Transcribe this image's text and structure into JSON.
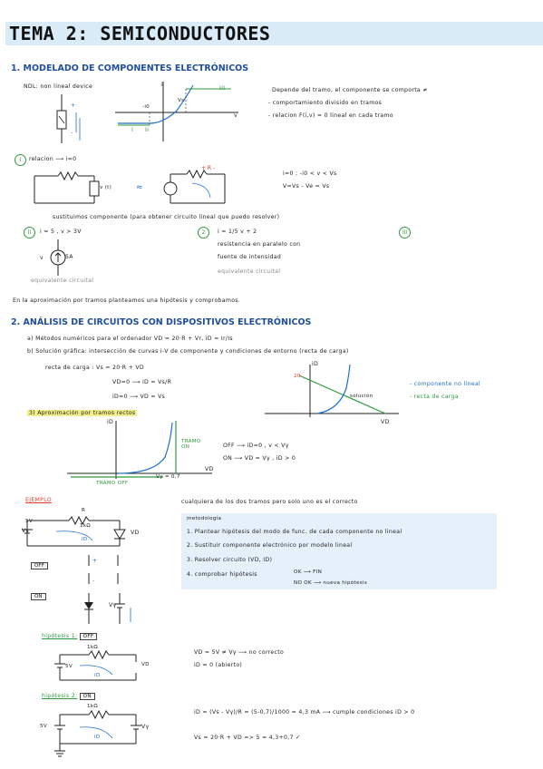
{
  "title": "TEMA 2: SEMICONDUCTORES",
  "section1": {
    "heading": "1. MODELADO DE COMPONENTES ELECTRÓNICOS",
    "ndl": "NDL: non lineal device",
    "graph_labels": {
      "i": "i",
      "v": "v",
      "minus_i0": "-i0",
      "vs": "Vs",
      "I": "I",
      "II": "II",
      "III": "III"
    },
    "notes": [
      "Depende del tramo, el componente se comporta ≠",
      "- comportamiento divisido en tramos",
      "- relacion F(i,v) = 0 lineal en cada tramo"
    ],
    "tramo1": {
      "num": "I",
      "label": "relacion ⟶ i=0",
      "v_label": "v (t)",
      "equals": "≈"
    },
    "tramo1_conditions": [
      "i=0 ; -i0 < v < Vs",
      "V=Vs - Ve = Vs"
    ],
    "substitute": "sustituimos componente (para obtener circuito lineal que puedo resolver)",
    "tramo2": {
      "num": "II",
      "label": "i = 5 , v > 3V",
      "source_label": "5A",
      "equivalent": "equivalente circuital"
    },
    "tramo3": {
      "num": "2",
      "lines": [
        "i = 1/5 v + 2",
        "resistencia en paralelo con",
        "fuente de intensidad",
        "equivalente circuital"
      ]
    },
    "tramo3_extra": "III",
    "summary": "En la aproximación por tramos planteamos una hipótesis y comprobamos."
  },
  "section2": {
    "heading": "2. ANÁLISIS DE CIRCUITOS CON DISPOSITIVOS ELECTRÓNICOS",
    "a": "a) Métodos numéricos para el ordenador   VD = 20·R + Vr, iD = Ir/Is",
    "b": "b) Solución gráfica: intersección de curvas I-V de componente y condiciones de entorno (recta de carga)",
    "load_line_title": "recta de carga :  Vs = 20·R + VD",
    "load_line_eqs": [
      "VD=0 ⟶ iD = Vs/R",
      "iD=0 ⟶ VD = Vs"
    ],
    "graph2": {
      "y": "iD",
      "x": "VD",
      "left_label": "20",
      "sol": "solución",
      "vd_label": "VD"
    },
    "legend": [
      "- componente no lineal",
      "- recta de carga"
    ],
    "c": "3) Aproximación por tramos rectos",
    "graph3": {
      "y": "iD",
      "x": "VD",
      "on": "TRAMO ON",
      "off": "TRAMO OFF",
      "vy": "Vγ = 0,7"
    },
    "off_on": [
      "OFF ⟶ iD=0 , v < Vγ",
      "ON ⟶ VD = Vγ , iD > 0"
    ]
  },
  "example": {
    "label": "EJEMPLO",
    "circuit": {
      "v": "5V",
      "vs": "Vs",
      "r": "R",
      "rv": "1kΩ",
      "id": "iD",
      "vd": "VD"
    },
    "off_label": "OFF",
    "on_label": "ON",
    "on_vy": "Vγ",
    "note": "cualquiera de los dos tramos pero solo uno es el correcto",
    "method_title": "metodología",
    "method_steps": [
      "1. Plantear hipótesis del modo de func. de cada componente no lineal",
      "2. Sustituir componente electrónico por modelo lineal",
      "3. Resolver circuito (VD, ID)",
      "4. comprobar hipótesis"
    ],
    "ok": "OK ⟶ FIN",
    "no_ok": "NO OK ⟶ nueva hipótesis",
    "hyp1": {
      "label": "hipótesis 1:",
      "state": "OFF",
      "r": "1kΩ",
      "v": "5V",
      "vd": "VD",
      "id": "iD"
    },
    "hyp1_result": [
      "VD = 5V ≠ Vγ ⟶ no correcto",
      "iD = 0 (abierto)"
    ],
    "hyp2": {
      "label": "hipótesis 2:",
      "state": "ON",
      "r": "1kΩ",
      "v": "5V",
      "vg": "Vγ",
      "id": "iD"
    },
    "hyp2_result": [
      "iD = (Vs - Vγ)/R = (5-0,7)/1000 = 4,3 mA ⟶ cumple condiciones iD > 0",
      "Vs = 20·R + VD => 5 = 4,3+0,7 ✓"
    ]
  }
}
